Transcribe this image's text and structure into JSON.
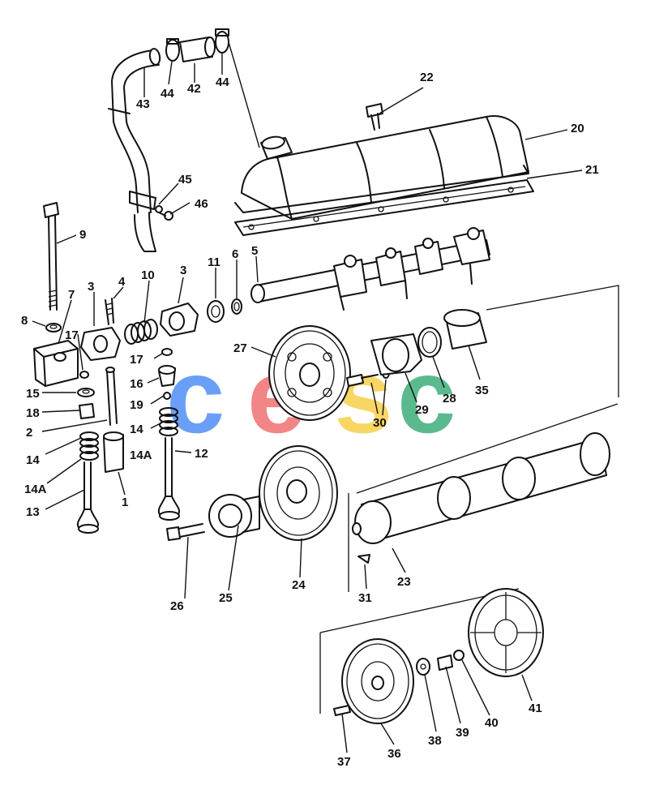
{
  "callouts": {
    "c1": "1",
    "c2": "2",
    "c3a": "3",
    "c3b": "3",
    "c4": "4",
    "c5": "5",
    "c6": "6",
    "c7": "7",
    "c8": "8",
    "c9": "9",
    "c10": "10",
    "c11": "11",
    "c12": "12",
    "c13": "13",
    "c14a": "14",
    "c14b": "14",
    "c14Aa": "14A",
    "c14Ab": "14A",
    "c15": "15",
    "c16": "16",
    "c17a": "17",
    "c17b": "17",
    "c18": "18",
    "c19": "19",
    "c20": "20",
    "c21": "21",
    "c22": "22",
    "c23": "23",
    "c24": "24",
    "c25": "25",
    "c26": "26",
    "c27": "27",
    "c28": "28",
    "c29": "29",
    "c30": "30",
    "c31": "31",
    "c35": "35",
    "c36": "36",
    "c37": "37",
    "c38": "38",
    "c39": "39",
    "c40": "40",
    "c41": "41",
    "c42": "42",
    "c43": "43",
    "c44a": "44",
    "c44b": "44",
    "c45": "45",
    "c46": "46"
  },
  "watermark": {
    "letters": [
      "c",
      "e",
      "s",
      "c"
    ],
    "colors": [
      "#4f8ff7",
      "#f07070",
      "#f7d04a",
      "#3fae7a"
    ]
  }
}
